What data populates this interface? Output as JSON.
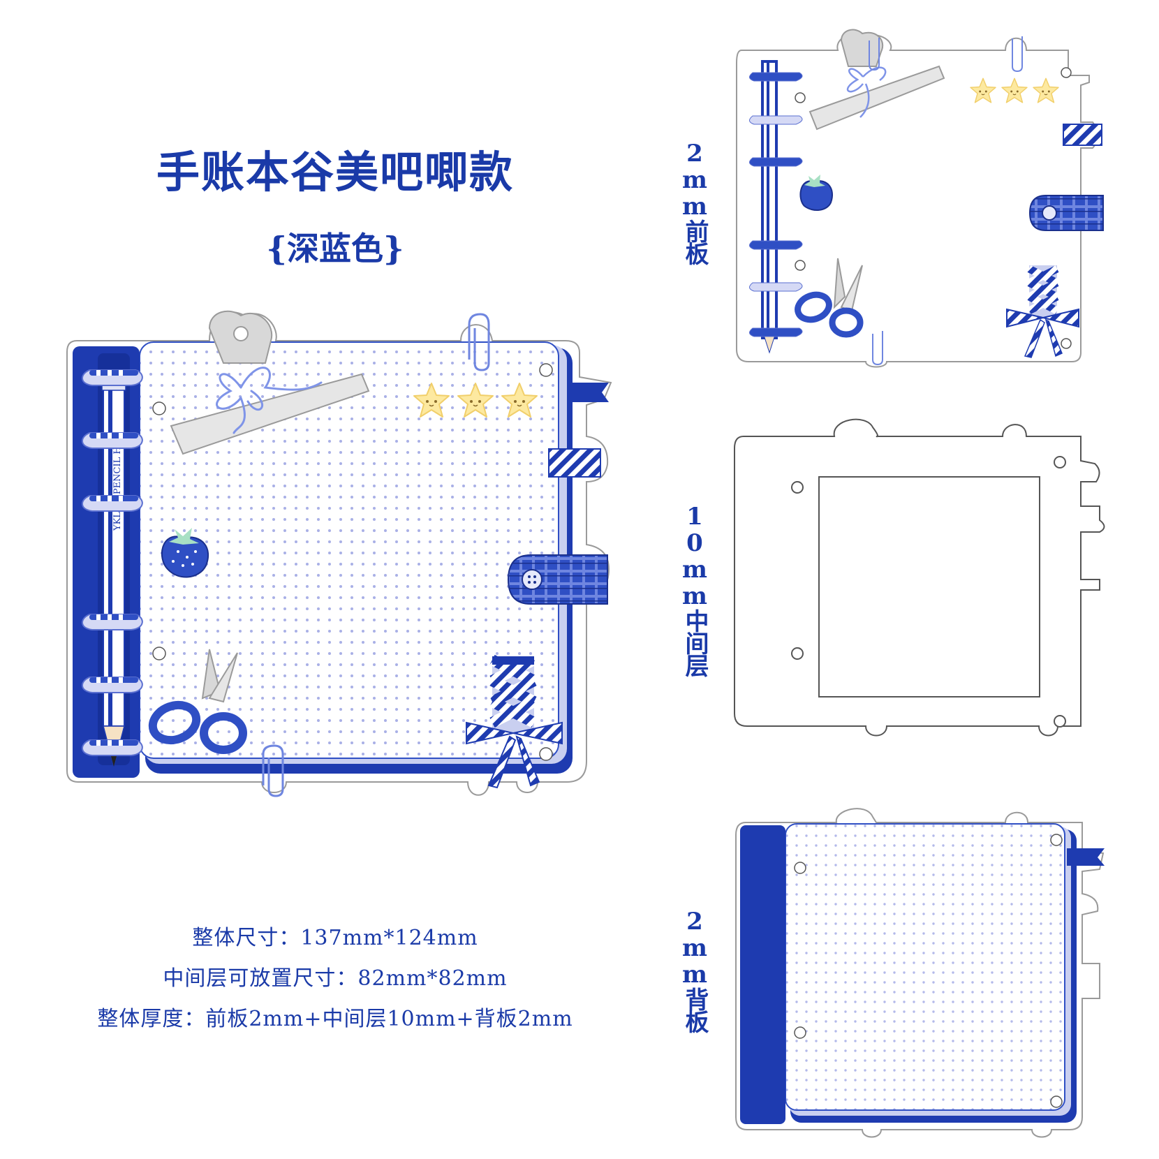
{
  "title": "手账本谷美吧唧款",
  "subtitle": "{深蓝色}",
  "specs": {
    "size": "整体尺寸：137mm*124mm",
    "insert": "中间层可放置尺寸：82mm*82mm",
    "thickness": "整体厚度：前板2mm+中间层10mm+背板2mm"
  },
  "layers": {
    "front": "2mm前板",
    "middle": "10mm中间层",
    "back": "2mm背板"
  },
  "pencil_text": "YKLLW PENCIL HB",
  "colors": {
    "navy": "#1a3aa8",
    "spine": "#1e3bb0",
    "dot": "#a9b0e6",
    "pale_blue": "#c9cff0",
    "star": "#fde9a0",
    "outline": "#9a9a9a"
  },
  "icons": [
    "pencil-icon",
    "binder-ring-icon",
    "clip-icon",
    "paperclip-icon",
    "star-icon",
    "strawberry-icon",
    "scissors-icon",
    "bow-icon",
    "snap-tab-icon",
    "washi-tape-icon",
    "bookmark-flag-icon"
  ]
}
